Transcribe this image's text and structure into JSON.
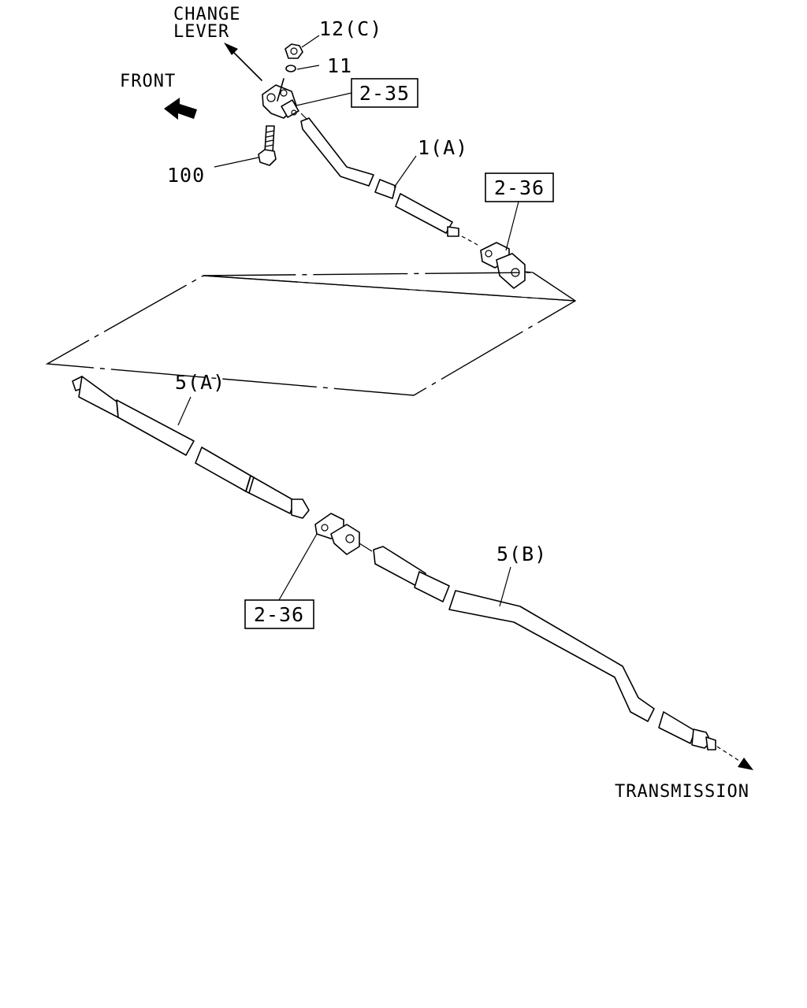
{
  "labels": {
    "change_lever": [
      "CHANGE",
      "LEVER"
    ],
    "front": "FRONT",
    "transmission": "TRANSMISSION",
    "part_12c": "12(C)",
    "part_11": "11",
    "part_100": "100",
    "part_1a": "1(A)",
    "part_5a": "5(A)",
    "part_5b": "5(B)",
    "ref_2_35": "2-35",
    "ref_2_36_upper": "2-36",
    "ref_2_36_lower": "2-36"
  }
}
